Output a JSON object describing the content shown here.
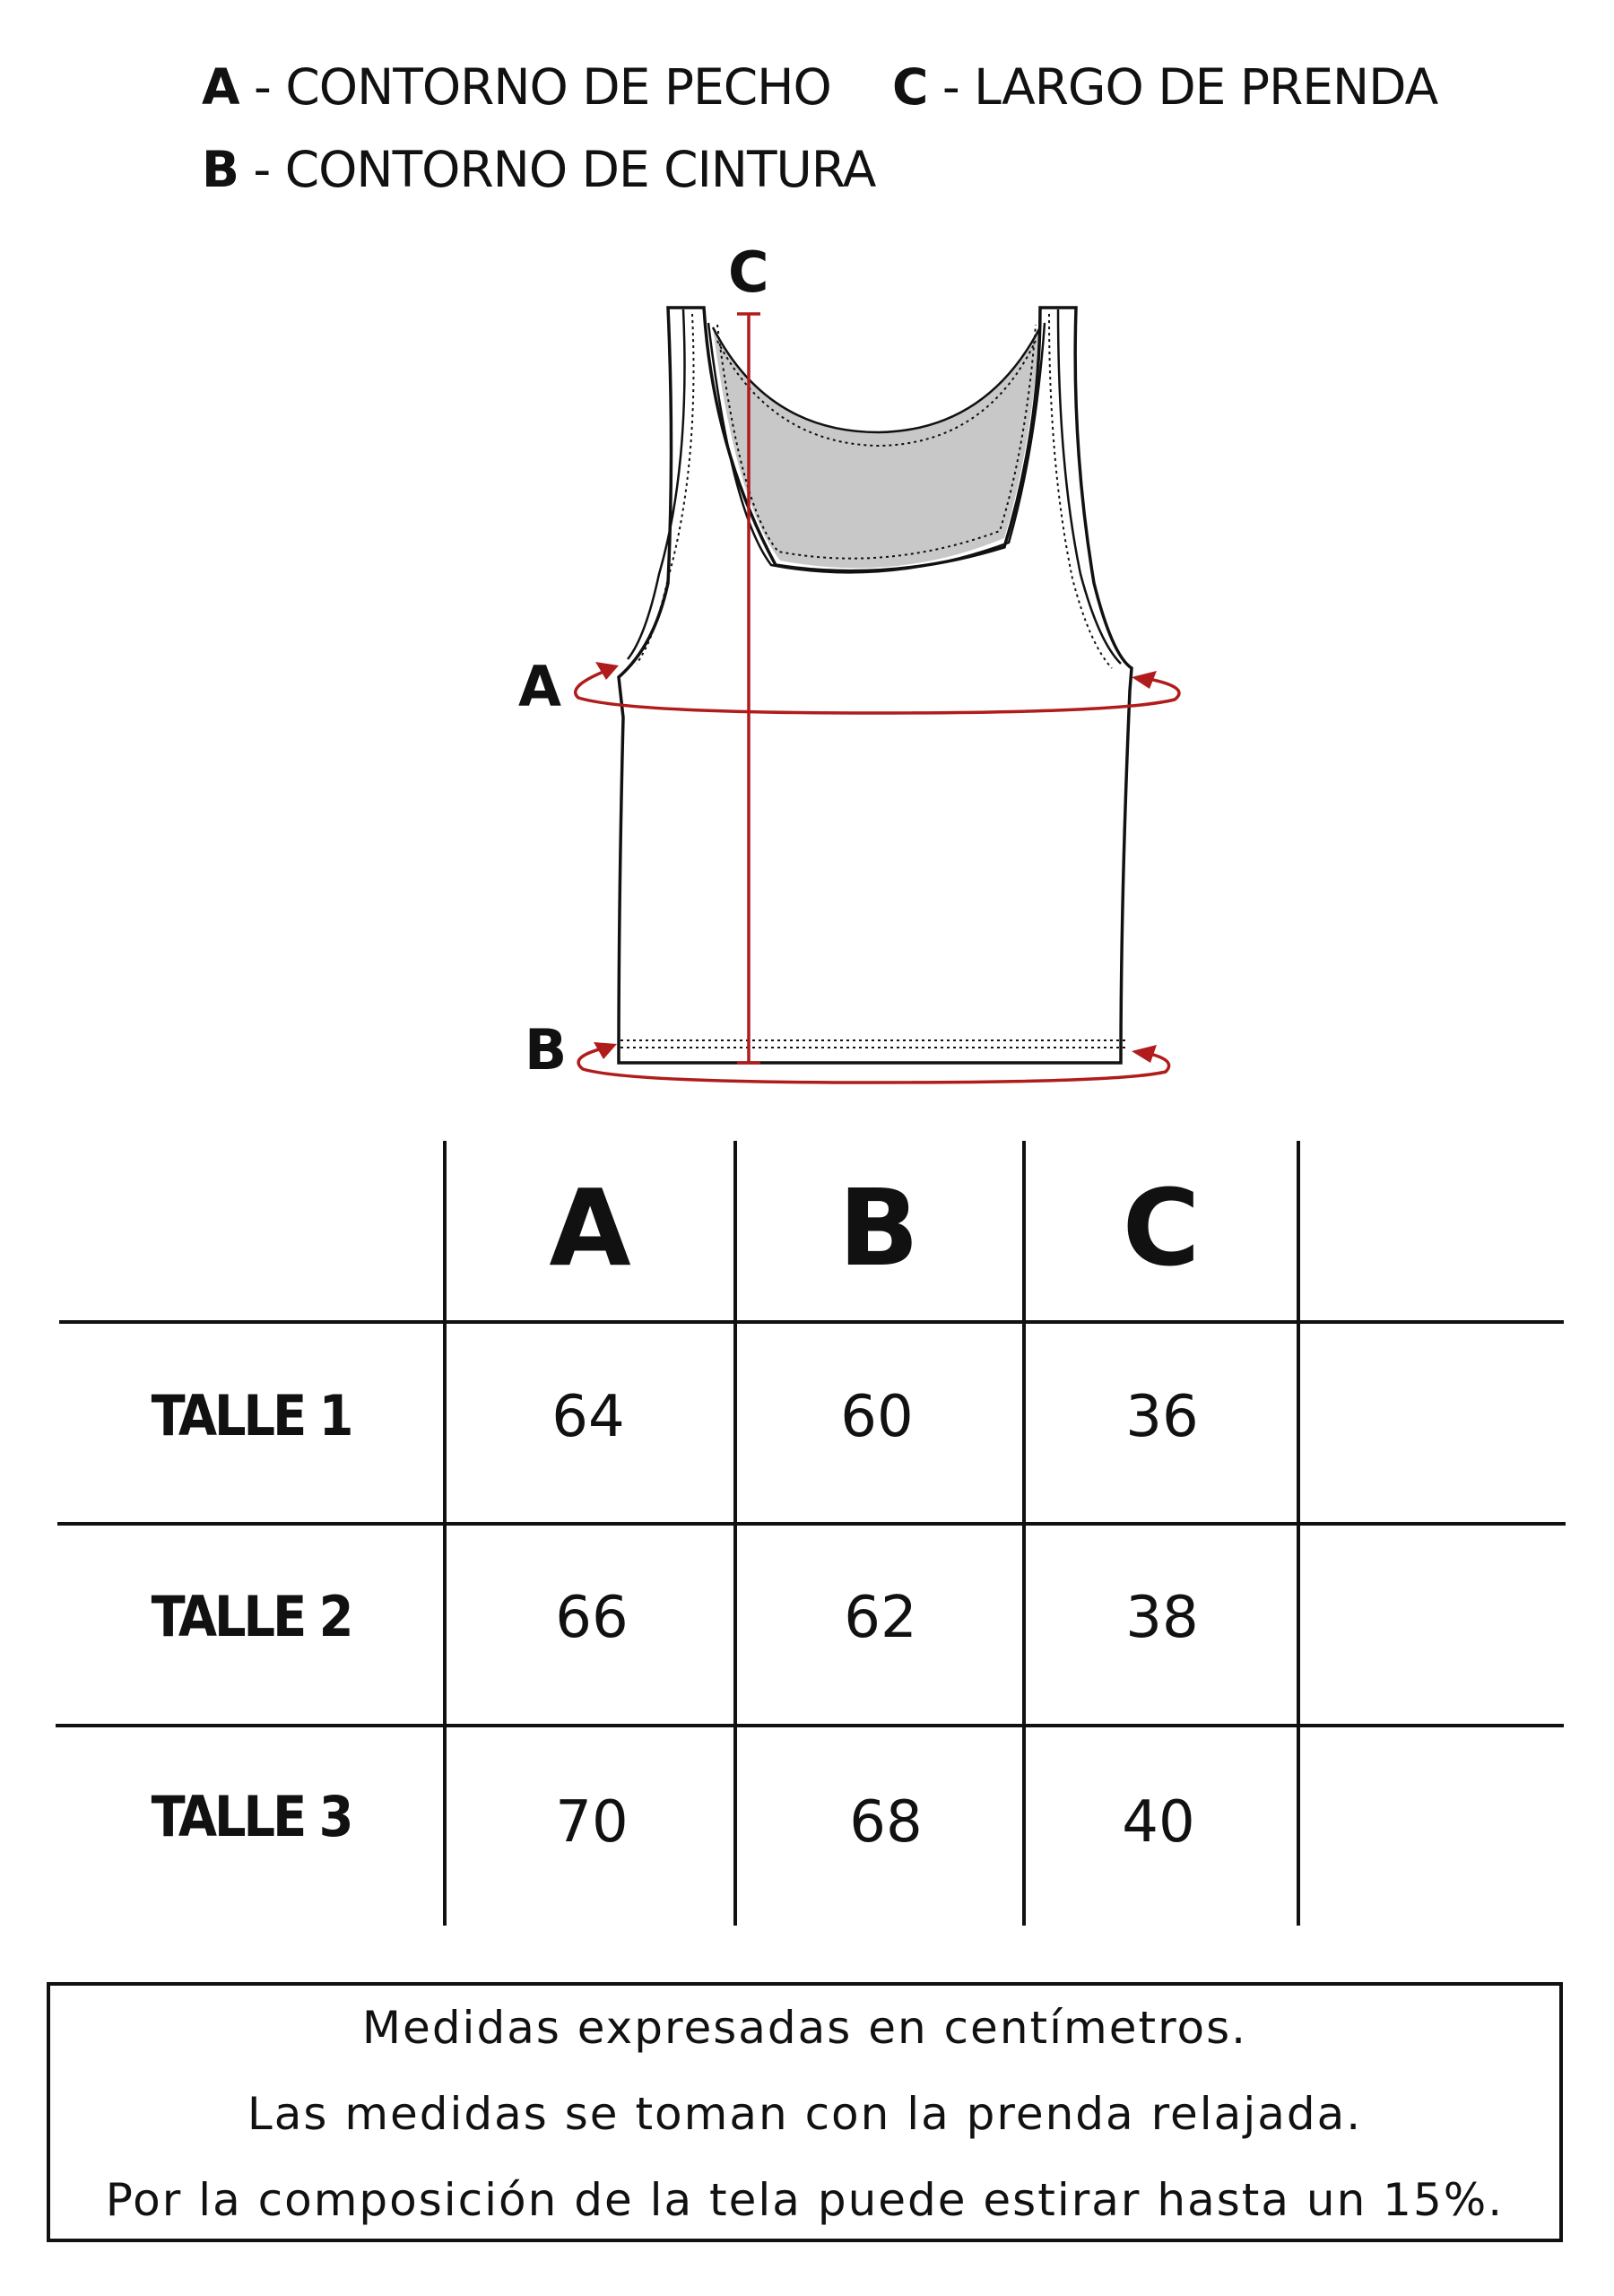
{
  "legend": [
    {
      "key": "A",
      "text": " - CONTORNO DE PECHO"
    },
    {
      "key": "B",
      "text": " - CONTORNO DE CINTURA"
    },
    {
      "key": "C",
      "text": " - LARGO DE PRENDA"
    }
  ],
  "diagram": {
    "label_a": "A",
    "label_b": "B",
    "label_c": "C",
    "measure_color": "#b01c1c",
    "lining_color": "#c8c8c8",
    "outline_color": "#111111"
  },
  "table": {
    "columns": [
      "A",
      "B",
      "C"
    ],
    "rows": [
      {
        "label": "TALLE 1",
        "values": [
          "64",
          "60",
          "36"
        ]
      },
      {
        "label": "TALLE 2",
        "values": [
          "66",
          "62",
          "38"
        ]
      },
      {
        "label": "TALLE 3",
        "values": [
          "70",
          "68",
          "40"
        ]
      }
    ]
  },
  "notes": [
    "Medidas expresadas en centímetros.",
    "Las medidas se toman con la prenda relajada.",
    "Por la composición de la tela puede estirar hasta un 15%."
  ]
}
